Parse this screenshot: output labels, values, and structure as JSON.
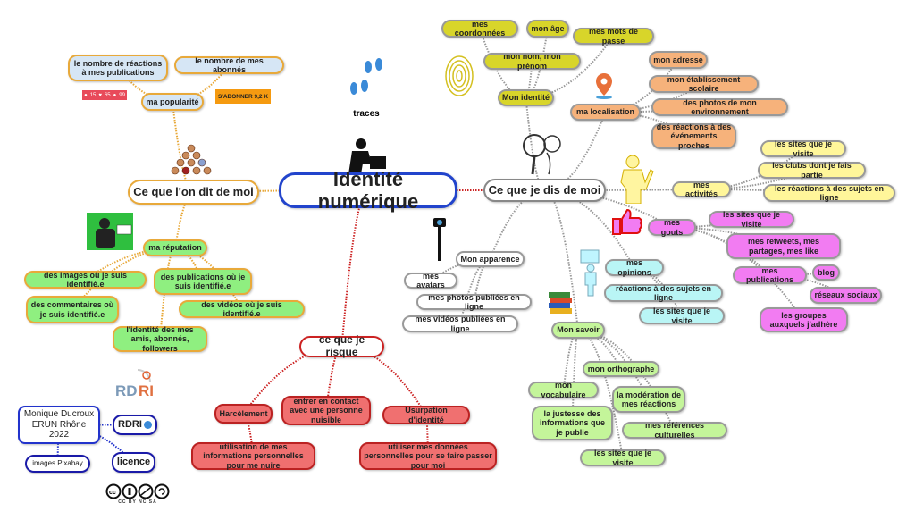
{
  "central": "Identité numérique",
  "left_branch": {
    "title": "Ce que l'on dit de moi",
    "popularity": {
      "label": "ma popularité",
      "children": [
        "le nombre de réactions à mes publications",
        "le nombre de mes abonnés"
      ],
      "stats_badge": {
        "followers": "15",
        "likes": "65",
        "comments": "99"
      },
      "subscribe_badge": "S'ABONNER  9,2 K"
    },
    "reputation": {
      "label": "ma réputation",
      "children": [
        "des images où je suis identifié.e",
        "des publications où je suis identifié.e",
        "des commentaires où je suis identifié.e",
        "des vidéos où je suis identifié.e",
        "l'identité des mes amis, abonnés, followers"
      ]
    }
  },
  "risk_branch": {
    "title": "ce que je risque",
    "children": [
      "Harcèlement",
      "entrer en contact avec une personne nuisible",
      "Usurpation d'identité"
    ],
    "details": [
      "utilisation de mes informations personnelles pour me nuire",
      "utiliser mes données personnelles pour se faire passer pour moi"
    ]
  },
  "right_branch": {
    "title": "Ce que je dis de moi",
    "traces_label": "traces",
    "apparence": {
      "label": "Mon apparence",
      "children": [
        "mes avatars",
        "mes photos publiées en ligne",
        "mes vidéos publiées en ligne"
      ]
    },
    "identite": {
      "label": "Mon identité",
      "children": [
        "mes coordonnées",
        "mon âge",
        "mes mots de passe",
        "mon nom, mon prénom"
      ]
    },
    "localisation": {
      "label": "ma localisation",
      "children": [
        "mon adresse",
        "mon établissement scolaire",
        "des photos de mon environnement",
        "des réactions à des événements proches"
      ]
    },
    "activites": {
      "label": "mes activités",
      "children": [
        "les sites que je visite",
        "les clubs dont je fais partie",
        "les réactions à des sujets en ligne"
      ]
    },
    "gouts": {
      "label": "mes gouts",
      "children": [
        "les sites que je visite",
        "mes retweets, mes partages, mes like",
        "mes publications",
        "blog",
        "réseaux sociaux",
        "les groupes auxquels j'adhère"
      ]
    },
    "opinions": {
      "label": "mes opinions",
      "children": [
        "réactions à des sujets en ligne",
        "les sites que je visite"
      ]
    },
    "savoir": {
      "label": "Mon savoir",
      "children": [
        "mon orthographe",
        "mon vocabulaire",
        "la modération de mes réactions",
        "la justesse des informations que je publie",
        "mes références culturelles",
        "les sites que je visite"
      ]
    }
  },
  "credits": {
    "author": "Monique Ducroux ERUN Rhône 2022",
    "rdri": "RDRI",
    "rdri_logo": "RDRI",
    "images": "images Pixabay",
    "licence": "licence",
    "cc_badge": "cc by nc sa"
  },
  "colors": {
    "central_border": "#2244cc",
    "left": "#e8a93a",
    "risk": "#cc2222",
    "right": "#999999"
  }
}
